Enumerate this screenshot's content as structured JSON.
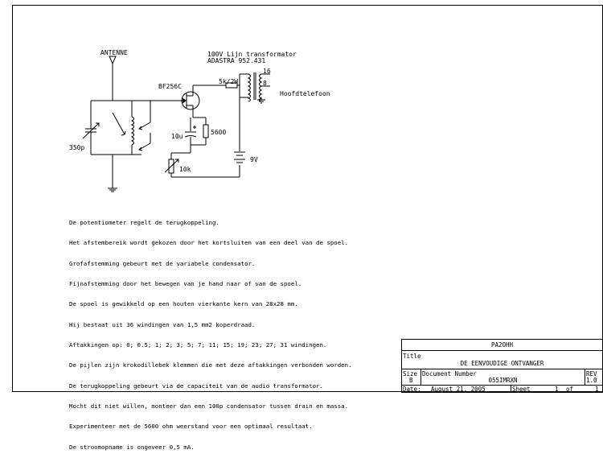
{
  "schematic": {
    "labels": {
      "antenna": "ANTENNE",
      "transistor": "BF256C",
      "transformer_line1": "100V Lijn transformator",
      "transformer_line2": "ADASTRA 952.431",
      "resistor_5k": "5k/2W",
      "tap_16": "16",
      "tap_8": "8",
      "headphones": "Hoofdtelefoon",
      "capacitor_350p": "350p",
      "capacitor_10u": "10u",
      "resistor_5600": "5600",
      "potentiometer_10k": "10k",
      "battery_9v": "9V"
    }
  },
  "notes": [
    "De potentiometer regelt de terugkoppeling.",
    "Het afstembereik wordt gekozen door het kortsluiten van een deel van de spoel.",
    "Grofafstemming gebeurt met de variabele condensator.",
    "Fijnafstemming door het bewegen van je hand naar of van de spoel.",
    "De spoel is gewikkeld op een houten vierkante kern van 28x28 mm.",
    "Hij bestaat uit 36 windingen van 1,5 mm2 koperdraad.",
    "Aftakkingen op: 0; 0.5; 1; 2; 3; 5; 7; 11; 15; 19; 23; 27; 31 windingen.",
    "De pijlen zijn krokodillebek klemmen die met deze aftakkingen verbonden worden.",
    "De terugkoppeling gebeurt via de capaciteit van de audio transformator.",
    "Mocht dit niet willen, monteer dan een 100p condensator tussen drain en massa.",
    "Experimenteer met de 5600 ohm weerstand voor een optimaal resultaat.",
    "De stroomopname is ongeveer 0,5 mA."
  ],
  "title_block": {
    "company": "PA2OHH",
    "title_label": "Title",
    "title": "DE EENVOUDIGE ONTVANGER",
    "size_label": "Size",
    "size": "B",
    "docnum_label": "Document Number",
    "docnum": "055IMRXN",
    "rev_label": "REV",
    "rev": "1.0",
    "date_label": "Date:",
    "date": "August 21, 2005",
    "sheet_label": "Sheet",
    "sheet_num": "1",
    "sheet_of": "of",
    "sheet_total": "1"
  }
}
